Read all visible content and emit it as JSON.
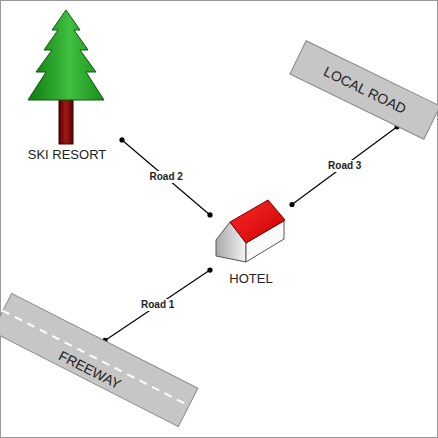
{
  "diagram": {
    "nodes": [
      {
        "text": [
          "SKI RESORT"
        ]
      },
      {
        "text": [
          "LOCAL ROAD"
        ]
      },
      {
        "text": [
          "HOTEL"
        ]
      },
      {
        "text": [
          "FREEWAY"
        ]
      }
    ],
    "edges": [
      {
        "from": 0,
        "to": 2,
        "arrow": "none",
        "label": "Road 2"
      },
      {
        "from": 2,
        "to": 1,
        "arrow": "none",
        "label": "Road 3"
      },
      {
        "from": 2,
        "to": 3,
        "arrow": "none",
        "label": "Road 1"
      }
    ]
  }
}
